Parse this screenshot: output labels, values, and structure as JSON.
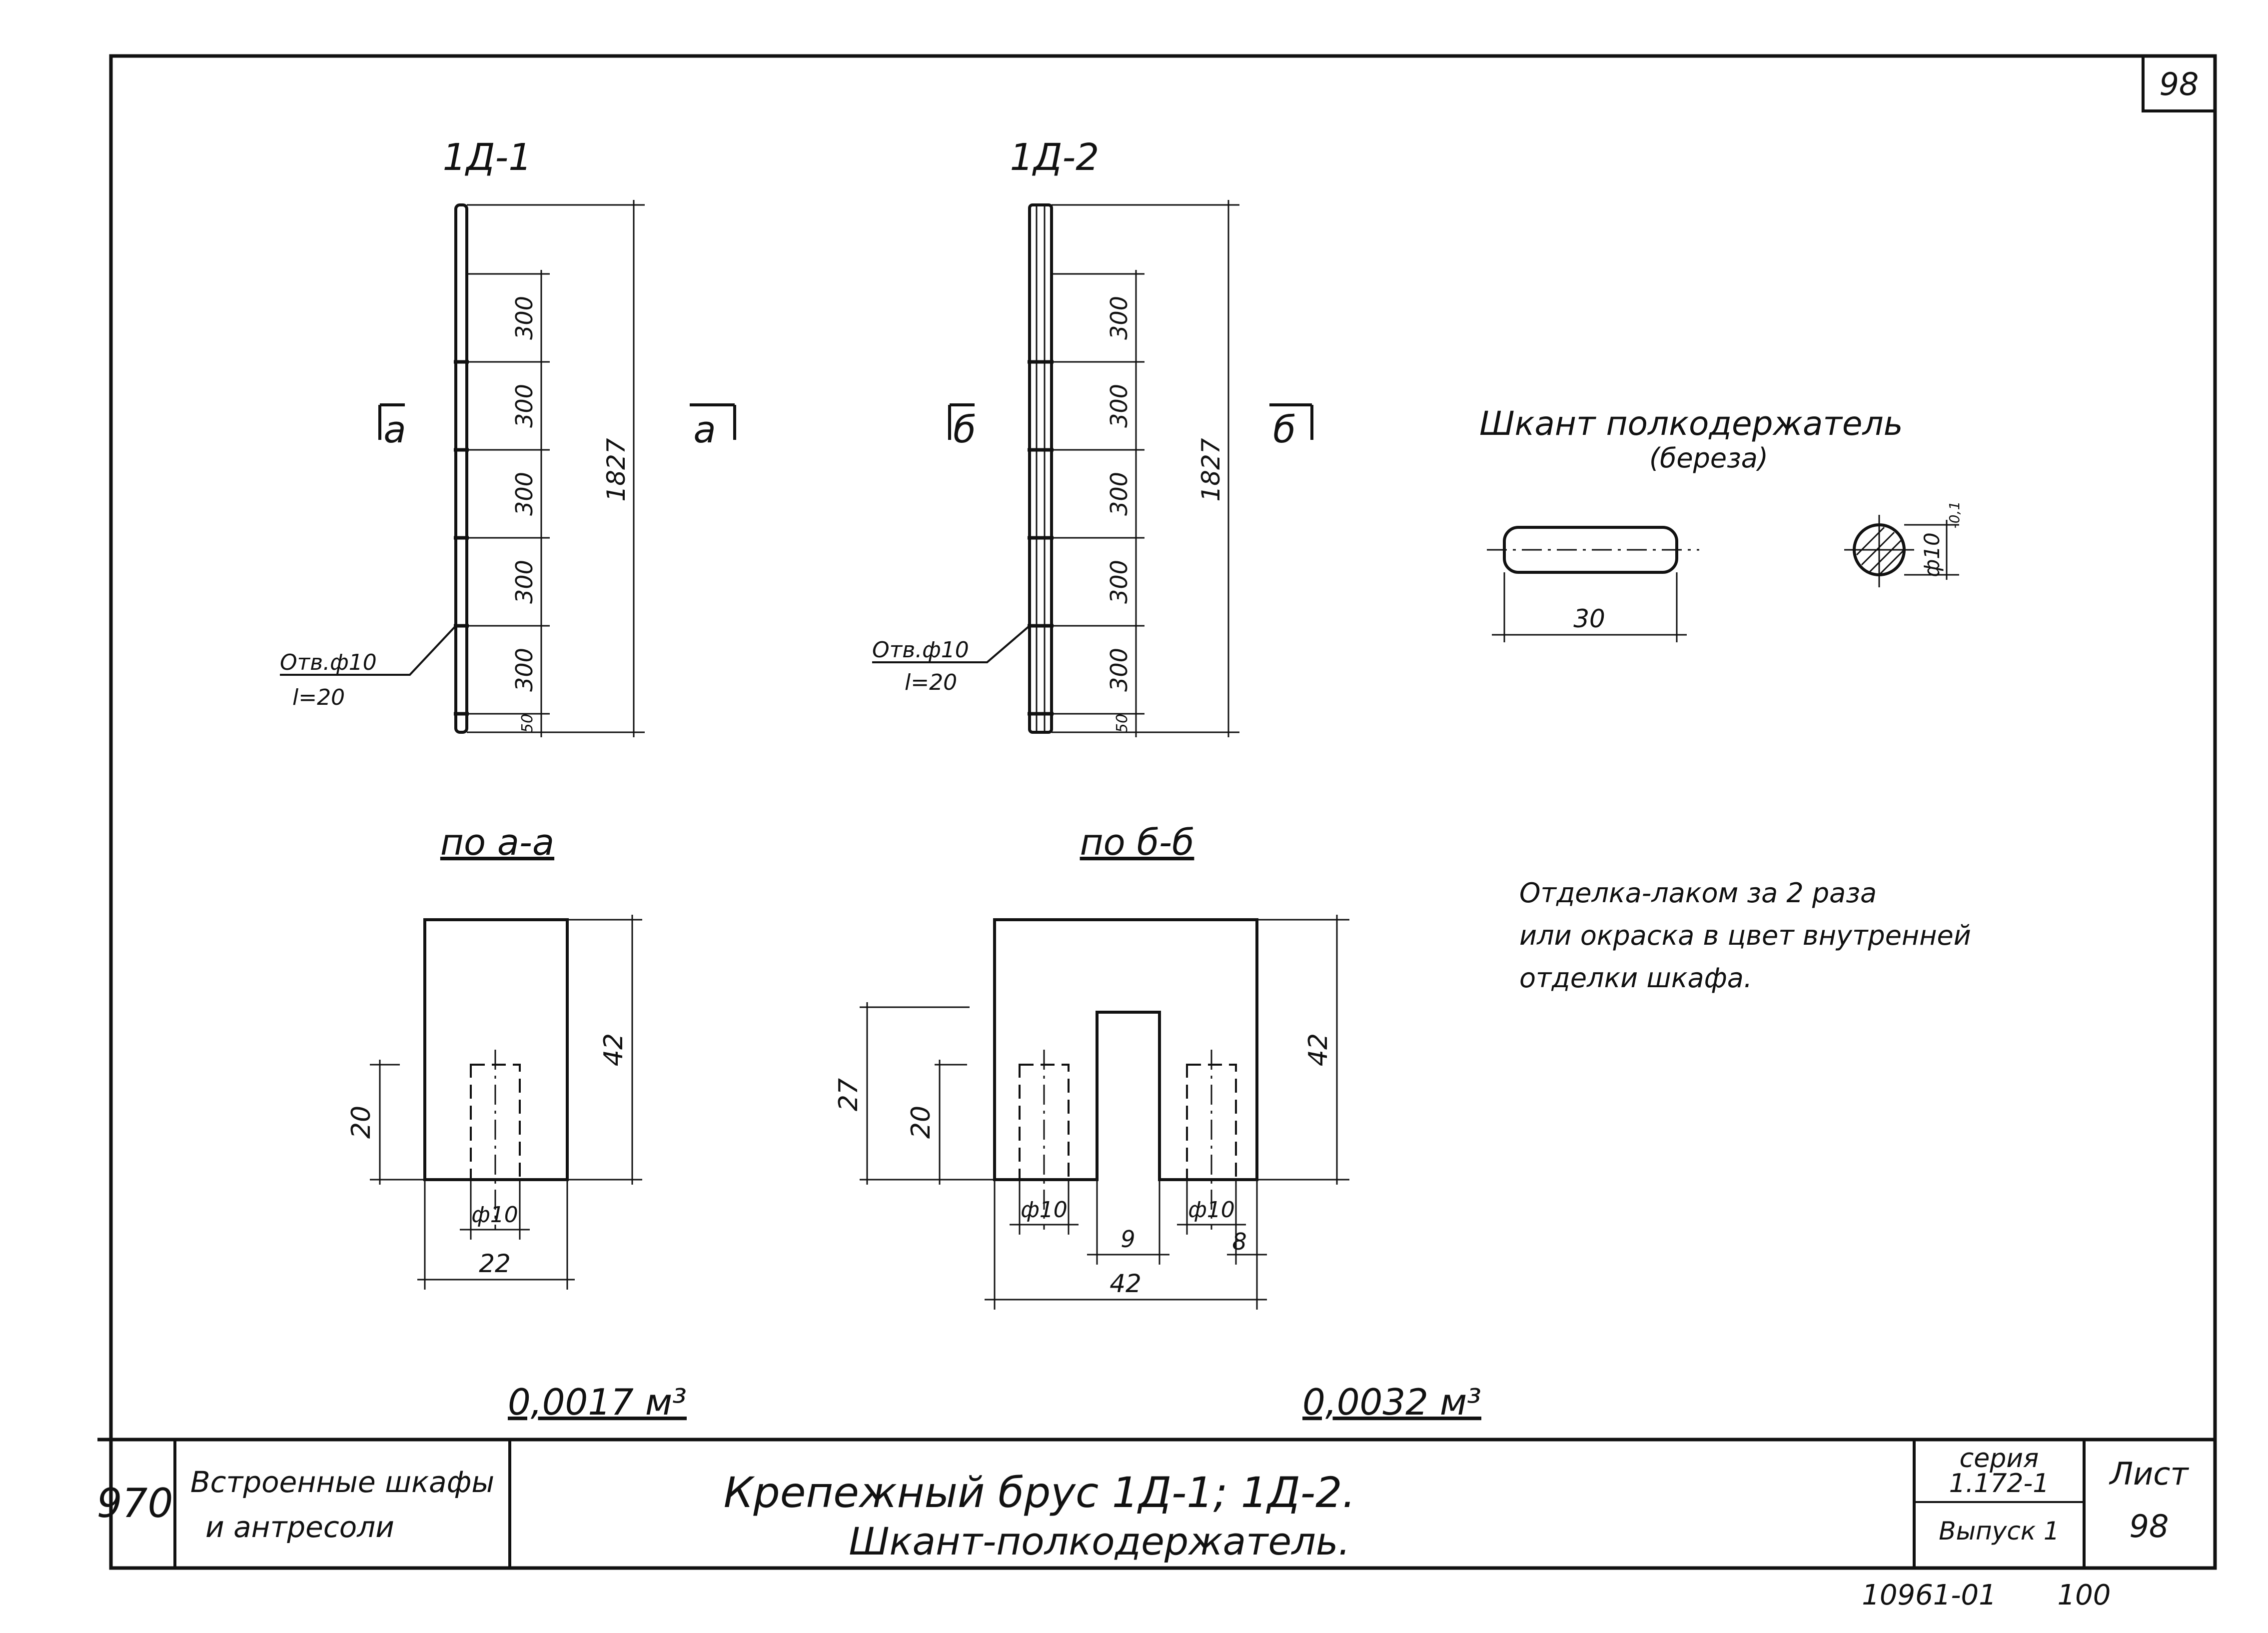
{
  "sheet_number": "98",
  "details": {
    "d1": {
      "label": "1Д-1",
      "section_mark": "а",
      "dims": [
        "300",
        "300",
        "300",
        "300",
        "300",
        "50"
      ],
      "total": "1827",
      "hole_note_1": "Отв.ф10",
      "hole_note_2": "l=20"
    },
    "d2": {
      "label": "1Д-2",
      "section_mark": "б",
      "dims": [
        "300",
        "300",
        "300",
        "300",
        "300",
        "50"
      ],
      "total": "1827",
      "hole_note_1": "Отв.ф10",
      "hole_note_2": "l=20"
    }
  },
  "sections": {
    "a": {
      "title": "по а-а",
      "height": "42",
      "hole_depth": "20",
      "hole_dia": "ф10",
      "width": "22",
      "volume": "0,0017 м³"
    },
    "b": {
      "title": "по б-б",
      "height": "42",
      "slot_depth": "27",
      "hole_depth": "20",
      "hole_dia_left": "ф10",
      "hole_dia_right": "ф10",
      "slot_width": "9",
      "edge": "8",
      "width": "42",
      "volume": "0,0032 м³"
    }
  },
  "dowel": {
    "title": "Шкант полкодержатель",
    "material": "(береза)",
    "length": "30",
    "dia": "ф10",
    "tol": "-0,1"
  },
  "note": {
    "line1": "Отделка-лаком за 2 раза",
    "line2": "или окраска в цвет внутренней",
    "line3": "отделки шкафа."
  },
  "title_block": {
    "code": "970",
    "category_1": "Встроенные шкафы",
    "category_2": "и антресоли",
    "title_1": "Крепежный брус 1Д-1; 1Д-2.",
    "title_2": "Шкант-полкодержатель.",
    "series_label": "серия",
    "series_value": "1.172-1",
    "issue": "Выпуск 1",
    "sheet_label": "Лист",
    "sheet_value": "98"
  },
  "footer": {
    "doc_number": "10961-01",
    "page": "100"
  }
}
